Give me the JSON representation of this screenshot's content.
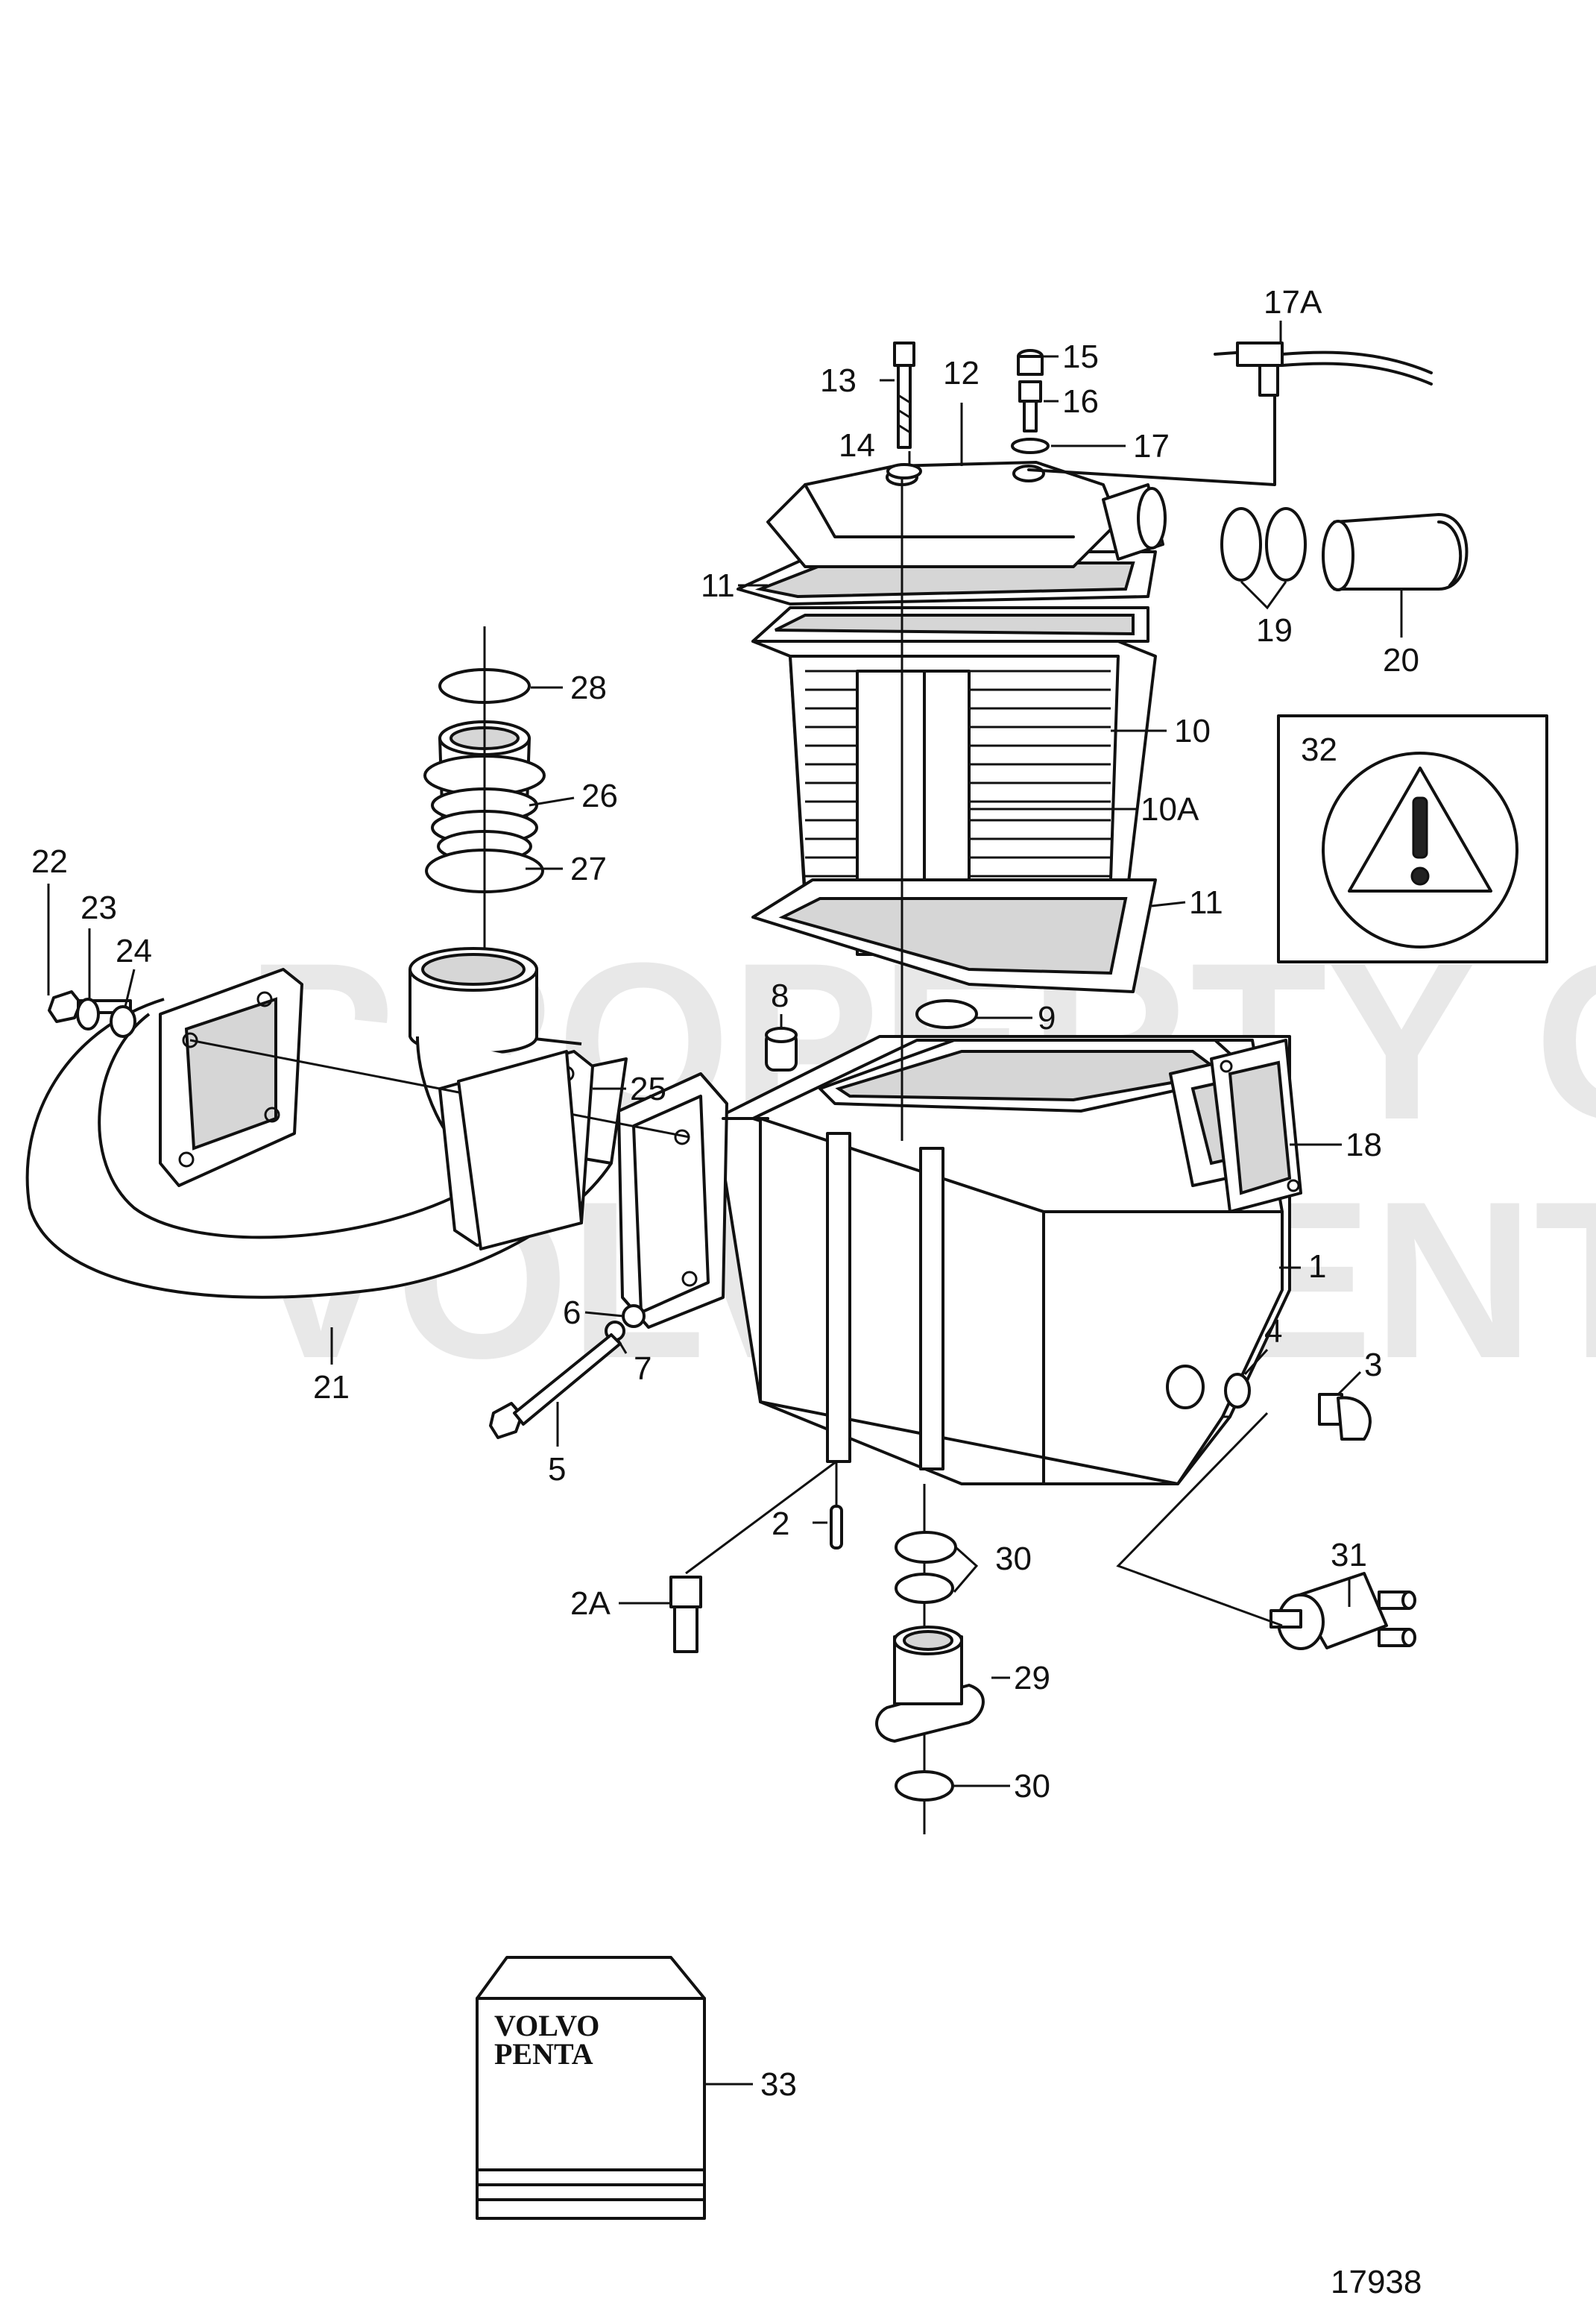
{
  "labels": {
    "p1": "1",
    "p2": "2",
    "p2a": "2A",
    "p3": "3",
    "p4": "4",
    "p5": "5",
    "p6": "6",
    "p7": "7",
    "p8": "8",
    "p9": "9",
    "p10": "10",
    "p10a": "10A",
    "p11a": "11",
    "p11b": "11",
    "p12": "12",
    "p13": "13",
    "p14": "14",
    "p15": "15",
    "p16": "16",
    "p17": "17",
    "p17a": "17A",
    "p18": "18",
    "p19": "19",
    "p20": "20",
    "p21": "21",
    "p22": "22",
    "p23": "23",
    "p24": "24",
    "p25": "25",
    "p26": "26",
    "p27": "27",
    "p28": "28",
    "p29": "29",
    "p30a": "30",
    "p30b": "30",
    "p31": "31",
    "p32": "32",
    "p33": "33"
  },
  "figure_number": "17938",
  "watermark": {
    "line1": "PROPERTY OF",
    "line2": "VOLVO PENTA"
  },
  "book_cover": {
    "brand_line1": "VOLVO",
    "brand_line2": "PENTA"
  },
  "warning_symbol": "warning-triangle-icon",
  "colors": {
    "ink": "#111111",
    "paper": "#ffffff",
    "watermark": "#9a9a9a"
  }
}
